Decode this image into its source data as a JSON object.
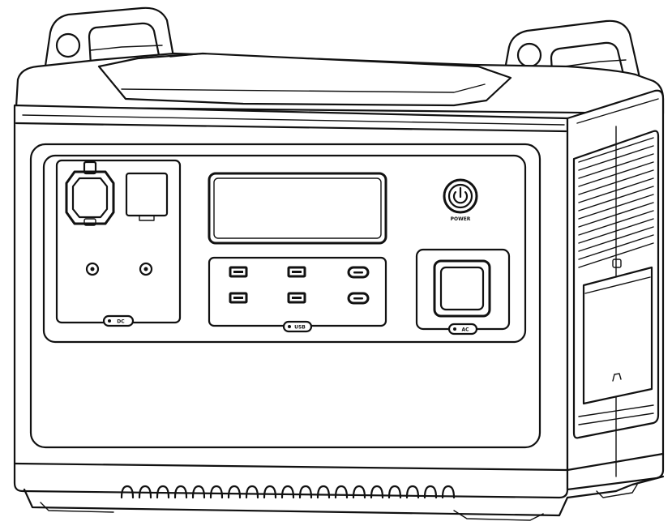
{
  "labels": {
    "power_caption": "POWER",
    "dc_section": "DC",
    "usb_section": "USB",
    "ac_section": "AC"
  },
  "colors": {
    "line": "#111111",
    "background": "#ffffff"
  }
}
